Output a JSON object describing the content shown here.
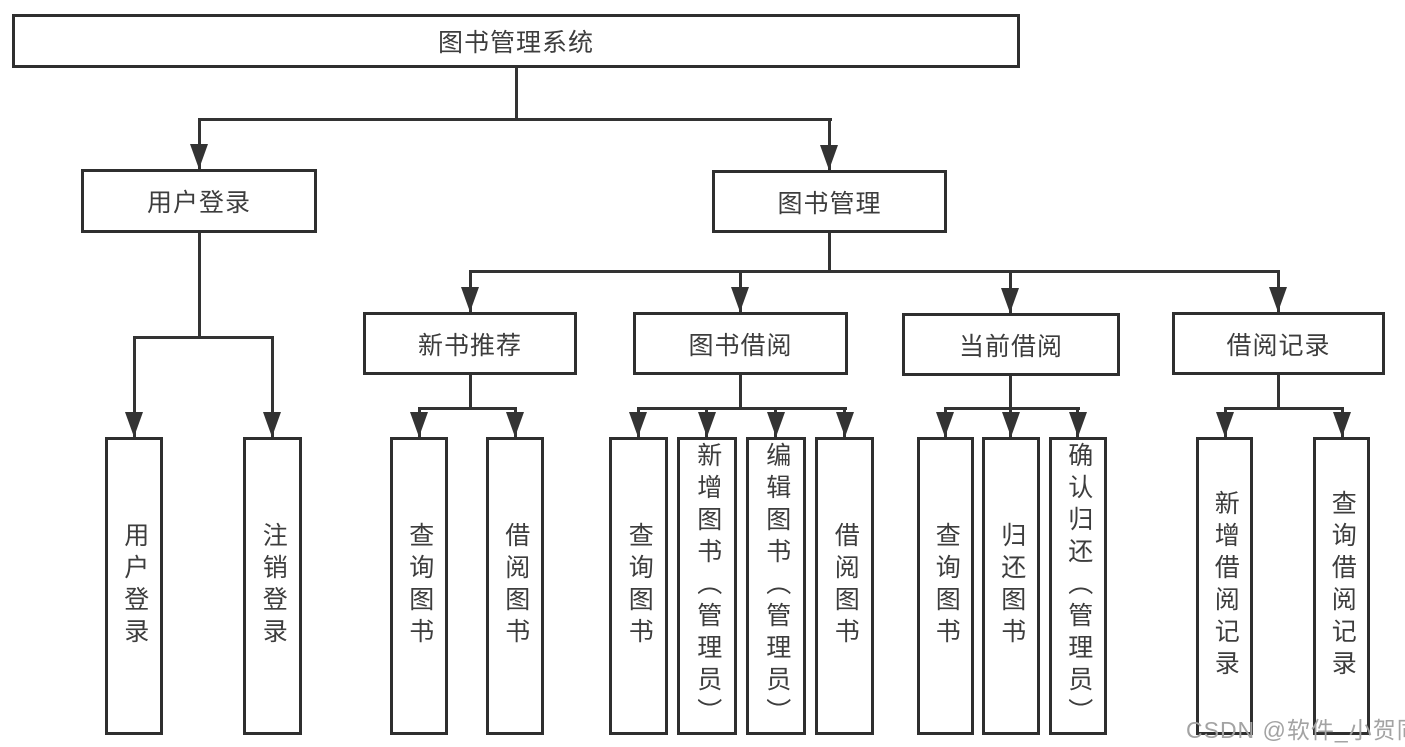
{
  "colors": {
    "line": "#333333",
    "box_border": "#2f2f2f",
    "box_fill": "#ffffff",
    "text": "#3d3d3d",
    "watermark": "#a3a3a3",
    "background": "#ffffff"
  },
  "watermark": {
    "text": "CSDN @软件_小贺同学"
  },
  "tree": {
    "root": {
      "label": "图书管理系统"
    },
    "level1": [
      {
        "label": "用户登录",
        "children": [
          {
            "label": "用户登录"
          },
          {
            "label": "注销登录"
          }
        ]
      },
      {
        "label": "图书管理",
        "children": [
          {
            "label": "新书推荐",
            "children": [
              {
                "label": "查询图书"
              },
              {
                "label": "借阅图书"
              }
            ]
          },
          {
            "label": "图书借阅",
            "children": [
              {
                "label": "查询图书"
              },
              {
                "label": "新增图书（管理员）"
              },
              {
                "label": "编辑图书（管理员）"
              },
              {
                "label": "借阅图书"
              }
            ]
          },
          {
            "label": "当前借阅",
            "children": [
              {
                "label": "查询图书"
              },
              {
                "label": "归还图书"
              },
              {
                "label": "确认归还（管理员）"
              }
            ]
          },
          {
            "label": "借阅记录",
            "children": [
              {
                "label": "新增借阅记录"
              },
              {
                "label": "查询借阅记录"
              }
            ]
          }
        ]
      }
    ]
  }
}
